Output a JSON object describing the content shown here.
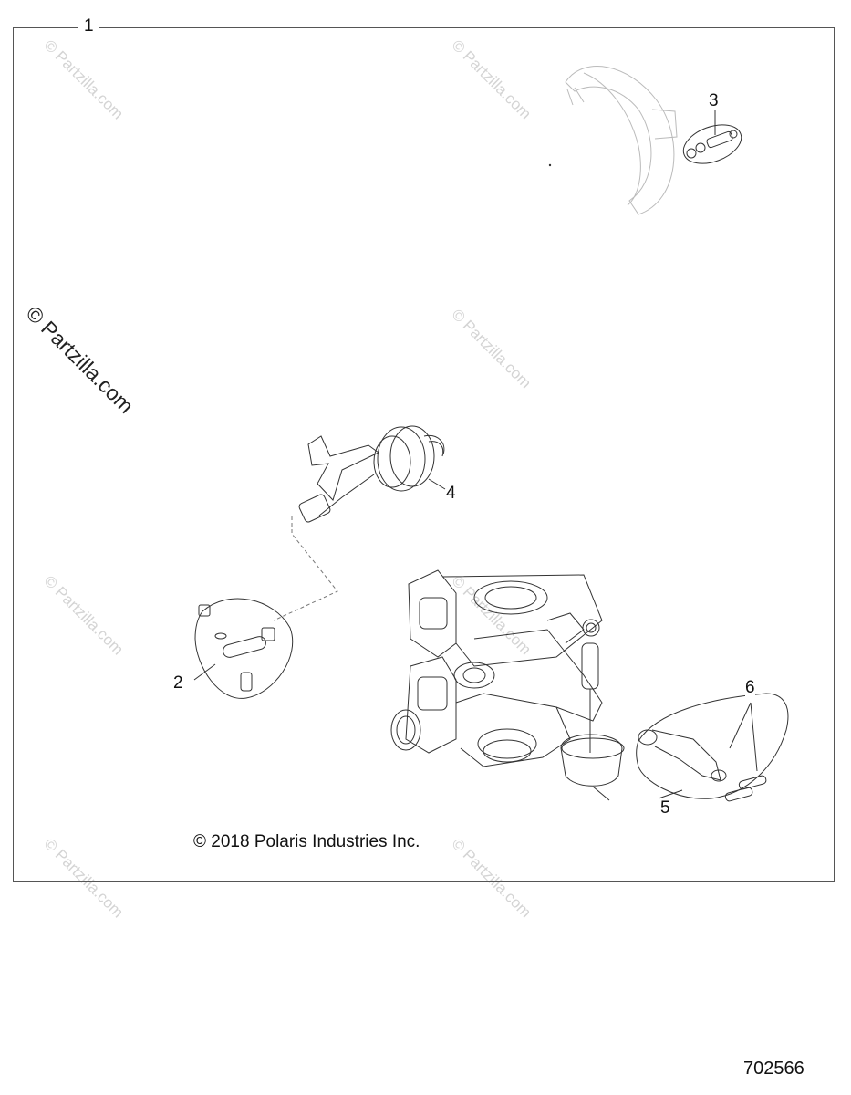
{
  "callouts": {
    "c1": "1",
    "c2": "2",
    "c3": "3",
    "c4": "4",
    "c5": "5",
    "c6": "6"
  },
  "copyright": "© 2018 Polaris Industries Inc.",
  "document_number": "702566",
  "watermark": "© Partzilla.com"
}
